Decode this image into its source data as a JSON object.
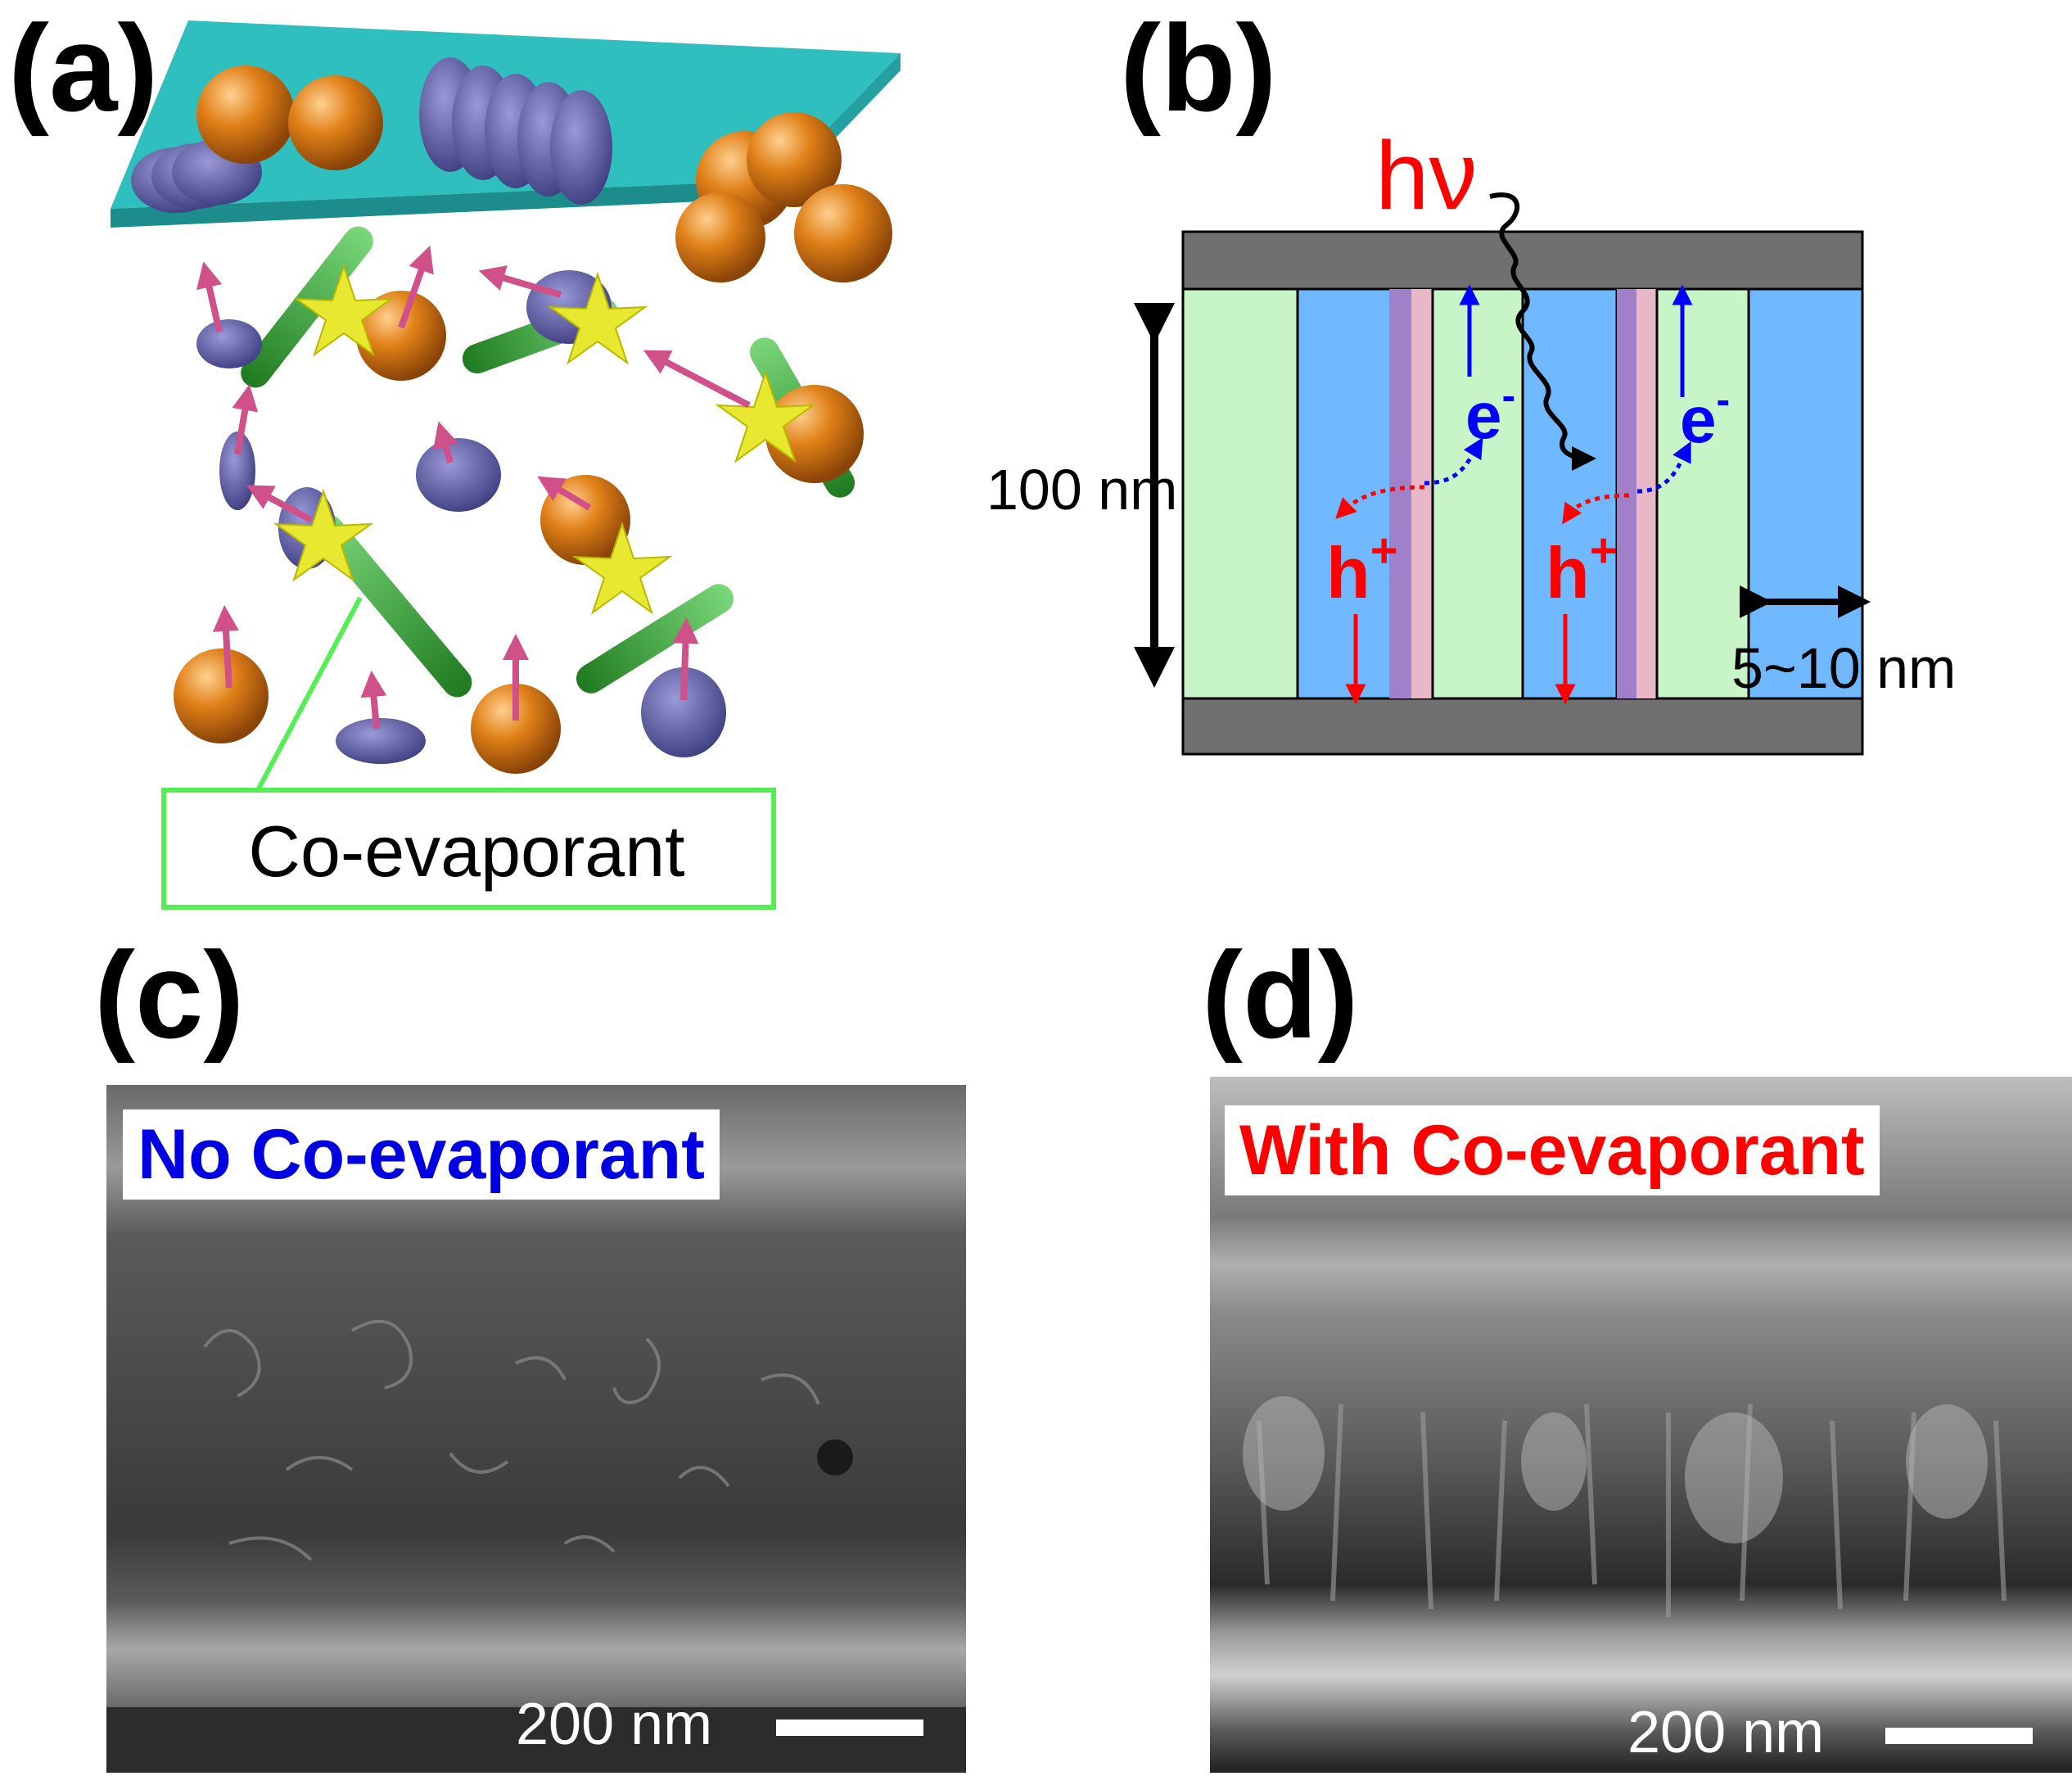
{
  "panels": {
    "a": {
      "label": "(a)",
      "callout": "Co-evaporant"
    },
    "b": {
      "label": "(b)",
      "photon": "hν",
      "thickness": "100 nm",
      "width": "5~10 nm",
      "electron_base": "e",
      "electron_sup": "-",
      "hole_base": "h",
      "hole_sup": "+"
    },
    "c": {
      "label": "(c)",
      "title": "No Co-evaporant",
      "scale_text": "200 nm"
    },
    "d": {
      "label": "(d)",
      "title": "With Co-evaporant",
      "scale_text": "200 nm"
    }
  },
  "colors": {
    "substrate": "#2fbfbf",
    "sphere": "#e08018",
    "disk": "#5a5aa0",
    "rod": "#3aa83a",
    "star": "#e8e830",
    "arrow_pink": "#d0508a",
    "callout_green": "#55ee55",
    "electrode_gray": "#707070",
    "donor_blue": "#70b8ff",
    "acceptor_green": "#c8f5c8",
    "interface_purple": "#a080c8",
    "interface_pink": "#e8b8c8",
    "electron_blue": "#0000ff",
    "hole_red": "#ff0000",
    "title_c": "#0000e0",
    "title_d": "#ff0000"
  }
}
